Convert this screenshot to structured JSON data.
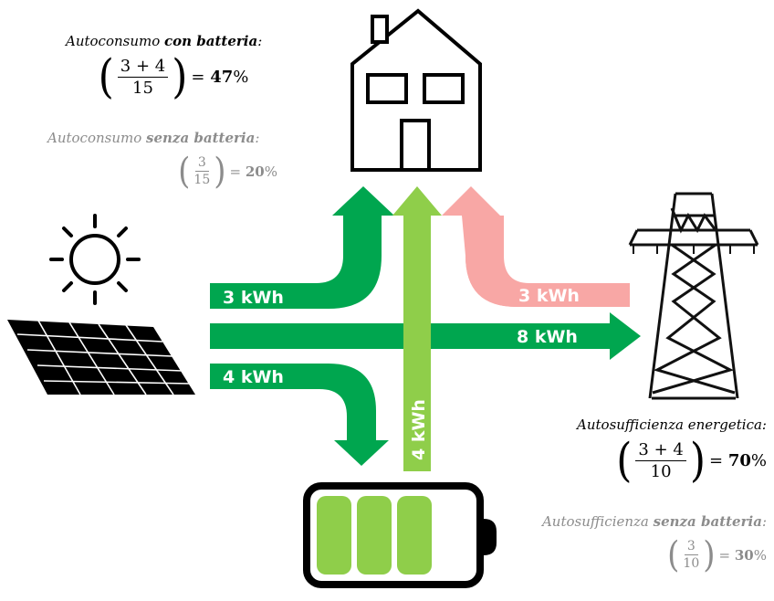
{
  "self_consumption_with_battery": {
    "title_prefix": "Autoconsumo ",
    "title_bold": "con batteria",
    "title_suffix": ":",
    "numerator": "3 + 4",
    "denominator": "15",
    "result_value": "47",
    "result_unit": "%"
  },
  "self_consumption_without_battery": {
    "title_prefix": "Autoconsumo ",
    "title_bold": "senza batteria",
    "title_suffix": ":",
    "numerator": "3",
    "denominator": "15",
    "result_value": "20",
    "result_unit": "%"
  },
  "self_sufficiency": {
    "title": "Autosufficienza energetica:",
    "numerator": "3 + 4",
    "denominator": "10",
    "result_value": "70",
    "result_unit": "%"
  },
  "self_sufficiency_without_battery": {
    "title_prefix": "Autosufficienza ",
    "title_bold": "senza batteria",
    "title_suffix": ":",
    "numerator": "3",
    "denominator": "10",
    "result_value": "30",
    "result_unit": "%"
  },
  "flows": {
    "solar_to_home": "3 kWh",
    "solar_to_grid": "8 kWh",
    "solar_to_battery": "4 kWh",
    "battery_to_home": "4 kWh",
    "grid_to_home": "3 kWh"
  },
  "colors": {
    "solar_flow": "#00a64f",
    "battery_flow": "#8fce4a",
    "grid_flow": "#f8a7a5",
    "battery_cell": "#8fce4a",
    "muted_text": "#8c8c8c"
  },
  "icons": [
    "sun-icon",
    "solar-panel-icon",
    "house-icon",
    "power-pylon-icon",
    "battery-icon"
  ]
}
